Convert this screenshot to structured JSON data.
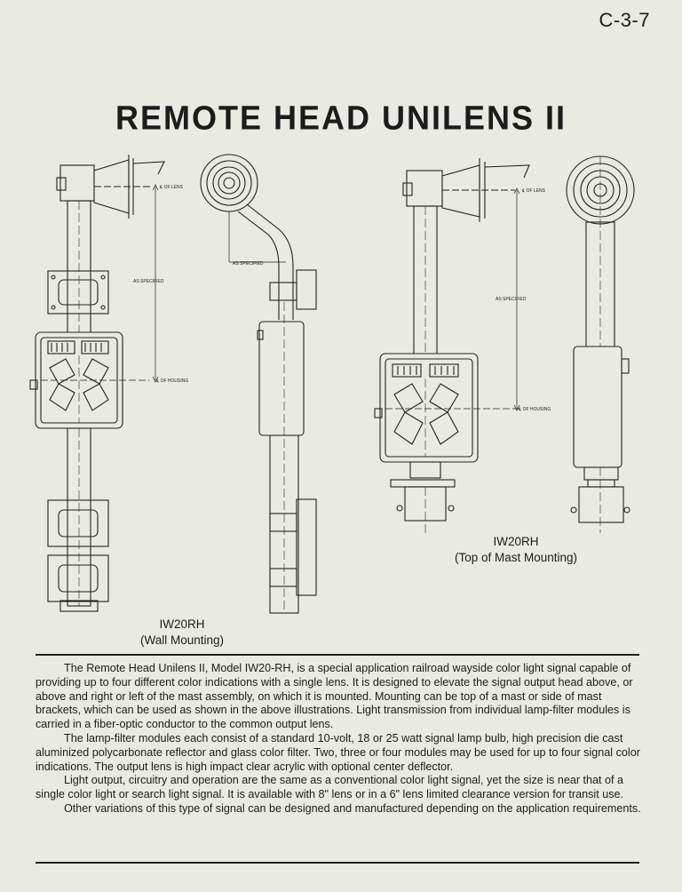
{
  "page_number": "C-3-7",
  "title": "REMOTE HEAD UNILENS II",
  "annotations": {
    "of_lens": "℄ OF LENS",
    "as_specified": "AS SPECIFIED",
    "of_housing": "℄ OF HOUSING"
  },
  "figures": {
    "wall": {
      "model": "IW20RH",
      "mounting": "(Wall Mounting)"
    },
    "mast": {
      "model": "IW20RH",
      "mounting": "(Top of Mast Mounting)"
    }
  },
  "paragraphs": [
    "The Remote Head Unilens II, Model IW20-RH, is a special application railroad wayside color light signal capable of providing up to four different color indications with a single lens. It is designed to elevate the signal output head above, or above and right or left of the mast assembly, on which it is mounted. Mounting can be top of a mast or side of mast brackets, which can be used as shown in the above illustrations. Light transmission from individual lamp-filter modules is carried in a fiber-optic conductor to the common output lens.",
    "The lamp-filter modules each consist of a standard 10-volt, 18 or 25 watt signal lamp bulb, high precision die cast aluminized polycarbonate reflector and glass color filter. Two, three or four modules may be used for up to four signal color indications. The output lens is high impact clear acrylic with optional center deflector.",
    "Light output, circuitry and operation are the same as a conventional color light signal, yet the size is near that of a single color light or search light signal. It is available with 8\" lens or in a 6\" lens limited clearance version for transit use.",
    "Other variations of this type of signal can be designed and manufactured depending on the application requirements."
  ]
}
